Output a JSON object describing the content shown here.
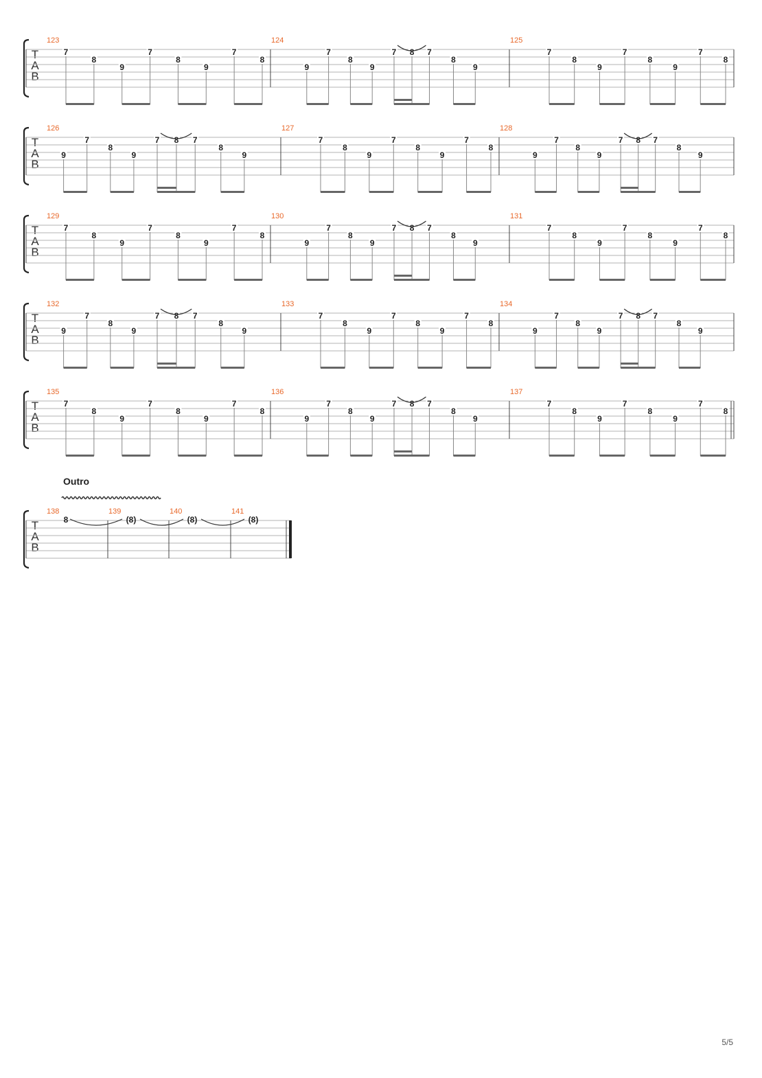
{
  "tab_label": [
    "T",
    "A",
    "B"
  ],
  "page_number": "5/5",
  "pattern_a": [
    {
      "f": "7",
      "s": 1
    },
    {
      "f": "8",
      "s": 2
    },
    {
      "f": "9",
      "s": 3
    },
    {
      "f": "7",
      "s": 1
    },
    {
      "f": "8",
      "s": 2
    },
    {
      "f": "9",
      "s": 3
    },
    {
      "f": "7",
      "s": 1
    },
    {
      "f": "8",
      "s": 2
    }
  ],
  "pattern_b": [
    {
      "f": "9",
      "s": 3
    },
    {
      "f": "7",
      "s": 1
    },
    {
      "f": "8",
      "s": 2
    },
    {
      "f": "9",
      "s": 3
    },
    {
      "f": "7",
      "s": 1,
      "tie": true
    },
    {
      "f": "8",
      "s": 1,
      "tie": true
    },
    {
      "f": "7",
      "s": 1
    },
    {
      "f": "8",
      "s": 2
    },
    {
      "f": "9",
      "s": 3
    }
  ],
  "systems": [
    {
      "measures": [
        {
          "number": "123",
          "pattern": "a"
        },
        {
          "number": "124",
          "pattern": "b"
        },
        {
          "number": "125",
          "pattern": "a"
        }
      ]
    },
    {
      "measures": [
        {
          "number": "126",
          "pattern": "b"
        },
        {
          "number": "127",
          "pattern": "a"
        },
        {
          "number": "128",
          "pattern": "b"
        }
      ]
    },
    {
      "measures": [
        {
          "number": "129",
          "pattern": "a"
        },
        {
          "number": "130",
          "pattern": "b"
        },
        {
          "number": "131",
          "pattern": "a"
        }
      ]
    },
    {
      "measures": [
        {
          "number": "132",
          "pattern": "b"
        },
        {
          "number": "133",
          "pattern": "a"
        },
        {
          "number": "134",
          "pattern": "b"
        }
      ]
    },
    {
      "measures": [
        {
          "number": "135",
          "pattern": "a"
        },
        {
          "number": "136",
          "pattern": "b"
        },
        {
          "number": "137",
          "pattern": "a"
        }
      ],
      "end_barline": "double"
    },
    {
      "section": "Outro",
      "vibrato": true,
      "measures": [
        {
          "number": "138",
          "notes": [
            {
              "f": "8",
              "s": 1
            }
          ]
        },
        {
          "number": "139",
          "notes": [
            {
              "f": "(8)",
              "s": 1
            }
          ]
        },
        {
          "number": "140",
          "notes": [
            {
              "f": "(8)",
              "s": 1
            }
          ]
        },
        {
          "number": "141",
          "notes": [
            {
              "f": "(8)",
              "s": 1
            }
          ]
        }
      ],
      "end_barline": "final",
      "ties_across_measures": true
    }
  ]
}
